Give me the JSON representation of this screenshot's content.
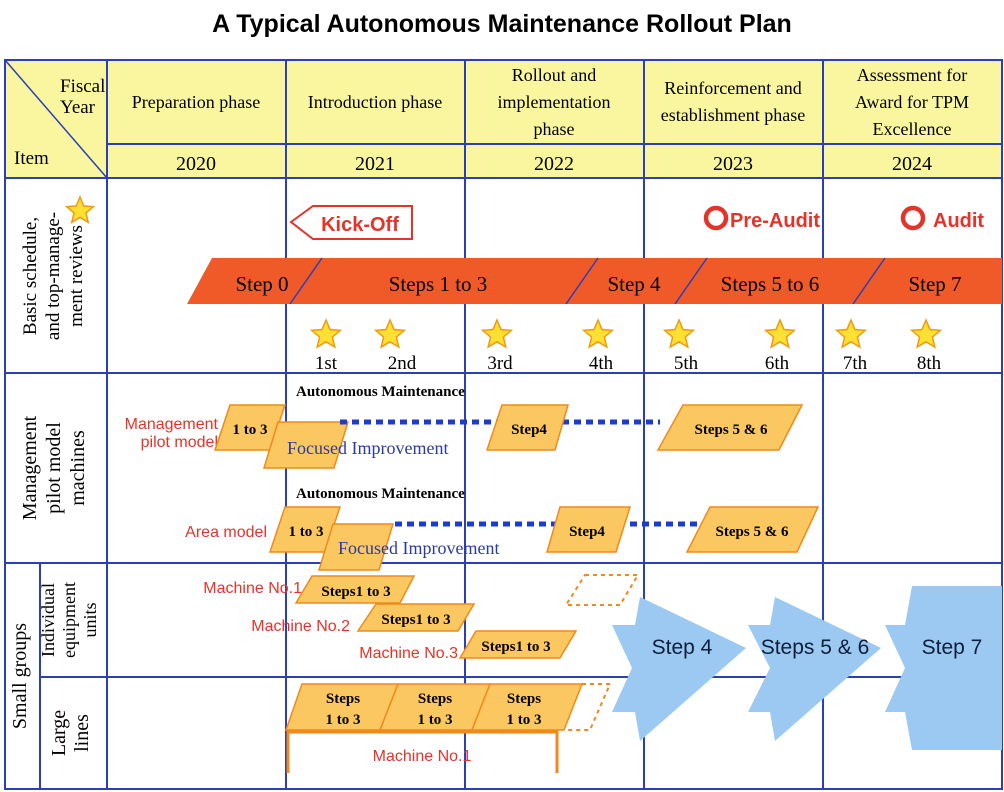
{
  "title": "A Typical Autonomous Maintenance Rollout Plan",
  "colors": {
    "grid": "#2b3fb8",
    "header_fill": "#faf6a0",
    "step_fill": "#ef5a28",
    "para_fill": "#fbc760",
    "para_stroke": "#f08a1c",
    "red_text": "#e3342a",
    "blue_text": "#2b3aa3",
    "dots": "#1b3ccf",
    "blue_arrow": "#9cc9f2",
    "star_fill": "#ffe033",
    "star_stroke": "#f09a10"
  },
  "header": {
    "corner_top": "Fiscal",
    "corner_top2": "Year",
    "corner_bottom": "Item",
    "phases": [
      {
        "lines": [
          "Preparation phase"
        ],
        "year": "2020"
      },
      {
        "lines": [
          "Introduction phase"
        ],
        "year": "2021"
      },
      {
        "lines": [
          "Rollout and",
          "implementation",
          "phase"
        ],
        "year": "2022"
      },
      {
        "lines": [
          "Reinforcement and",
          "establishment phase"
        ],
        "year": "2023"
      },
      {
        "lines": [
          "Assessment for",
          "Award for TPM",
          "Excellence"
        ],
        "year": "2024"
      }
    ]
  },
  "row_labels": {
    "basic": [
      "Basic schedule,",
      "and top-manage-",
      "ment reviews"
    ],
    "pilot": [
      "Management",
      "pilot model",
      "machines"
    ],
    "small": "Small groups",
    "individual": [
      "Individual",
      "equipment",
      "units"
    ],
    "large": [
      "Large",
      "lines"
    ]
  },
  "schedule": {
    "kickoff": "Kick-Off",
    "pre_audit": "Pre-Audit",
    "audit": "Audit",
    "steps": [
      "Step 0",
      "Steps 1 to 3",
      "Step 4",
      "Steps 5 to 6",
      "Step 7"
    ],
    "reviews": [
      "1st",
      "2nd",
      "3rd",
      "4th",
      "5th",
      "6th",
      "7th",
      "8th"
    ]
  },
  "pilot": {
    "am_label": "Autonomous Maintenance",
    "fi_label": "Focused Improvement",
    "management_label": [
      "Management",
      "pilot model"
    ],
    "area_label": "Area model",
    "p1_3": "1 to 3",
    "p_step4": "Step4",
    "p_steps56": "Steps 5 & 6"
  },
  "small_groups": {
    "machines": [
      "Machine No.1",
      "Machine No.2",
      "Machine No.3"
    ],
    "steps_1_3": "Steps1 to 3",
    "big_arrows": [
      "Step 4",
      "Steps 5 & 6",
      "Step 7"
    ],
    "large_steps": [
      "Steps",
      "1 to 3"
    ],
    "large_machine": "Machine No.1"
  }
}
